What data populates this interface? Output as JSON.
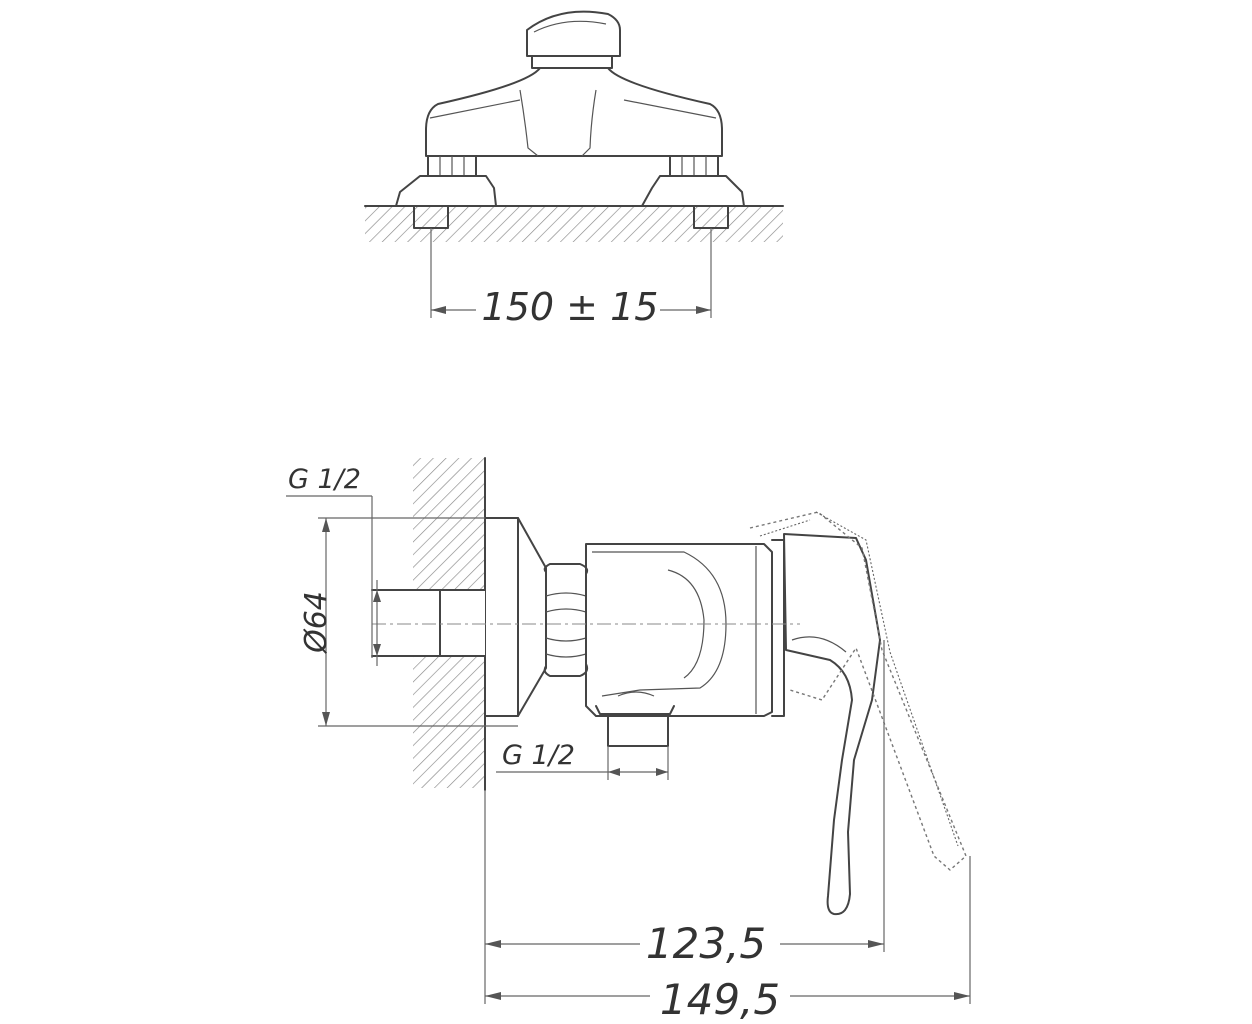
{
  "top_view": {
    "spacing_dimension": "150 ± 15"
  },
  "side_view": {
    "inlet_thread": "G 1/2",
    "flange_diameter": "Ø64",
    "outlet_thread": "G 1/2",
    "depth_closed": "123,5",
    "depth_open": "149,5"
  }
}
